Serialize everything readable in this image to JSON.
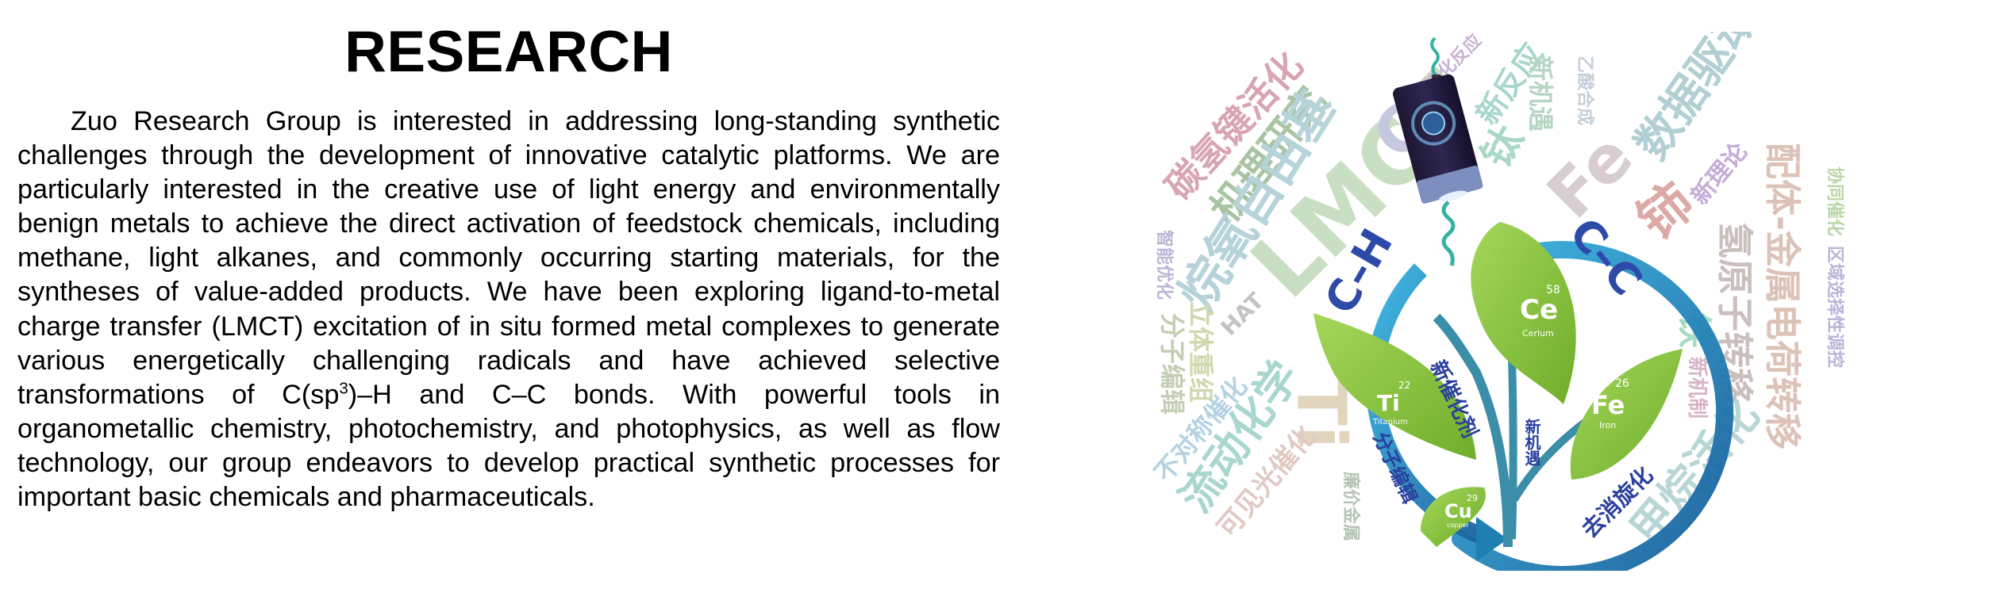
{
  "title": "RESEARCH",
  "paragraph": {
    "before_sup": "Zuo Research Group is interested in addressing long-standing synthetic challenges through the development of innovative catalytic platforms. We are particularly interested in the creative use of light energy and environmentally benign metals to achieve the direct activation of feedstock chemicals, including methane, light alkanes, and commonly occurring starting materials, for the syntheses of value-added products. We have been exploring ligand-to-metal charge transfer (LMCT) excitation of in situ formed metal complexes to generate various energetically challenging radicals and have achieved selective transformations of C(sp",
    "sup": "3",
    "after_sup": ")–H and C–C bonds. With powerful tools in organometallic chemistry, photochemistry, and photophysics, as well as flow technology, our group endeavors to develop practical synthetic processes for important basic chemicals and pharmaceuticals."
  },
  "graphic": {
    "lamp_icon": "lamp-icon",
    "bonds": {
      "ch": "C–H",
      "cc": "C–C"
    },
    "elements": [
      {
        "symbol": "Ce",
        "number": "58",
        "name": "Cerium"
      },
      {
        "symbol": "Ti",
        "number": "22",
        "name": "Titanium"
      },
      {
        "symbol": "Fe",
        "number": "26",
        "name": "Iron"
      },
      {
        "symbol": "Cu",
        "number": "29",
        "name": "copper"
      }
    ],
    "tags": {
      "new_catalyst": "新催化剂",
      "molecular_editing": "分子编辑",
      "new_opportunity": "新机遇",
      "deracemization": "去消旋化"
    },
    "word_cloud": {
      "w1": "碳氢键活化",
      "w2": "机理研究",
      "w3": "烷氧自由基",
      "w4": "LMCT",
      "w5": "Ce",
      "w6": "规模化反应",
      "w7": "新反应",
      "w8": "新机遇",
      "w9": "乙酸合成",
      "w10": "数据驱动",
      "w11": "钛",
      "w12": "Fe",
      "w13": "新理论",
      "w14": "铈",
      "w15": "配体-金属电荷转移",
      "w16": "协同催化",
      "w17": "氢原子转移",
      "w18": "区域选择性调控",
      "w19": "铁",
      "w20": "新机制",
      "w21": "甲烷活化",
      "w22": "智能优化",
      "w23": "分子编辑",
      "w24": "立体重组",
      "w25": "HAT",
      "w26": "Ti",
      "w27": "不对称催化",
      "w28": "流动化学",
      "w29": "可见光催化",
      "w30": "廉价金属"
    }
  },
  "colors": {
    "leaf_green": "#8cc63f",
    "ring_blue": "#1e88b8",
    "bond_blue": "#2e4aa8"
  }
}
